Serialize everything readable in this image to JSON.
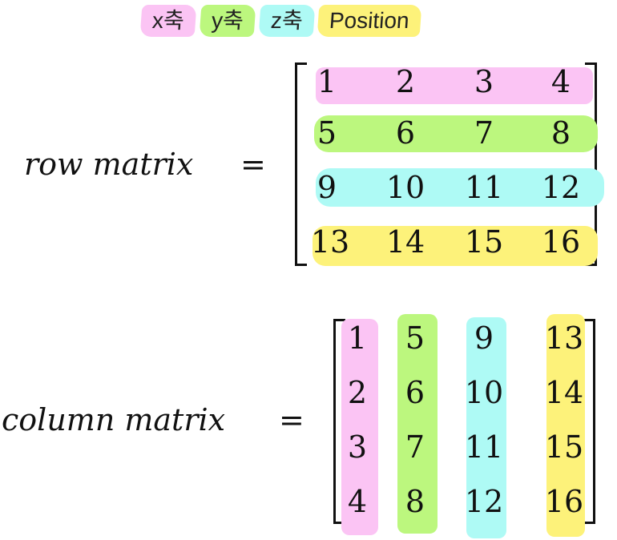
{
  "legend": [
    {
      "label": "x축",
      "color": "#fbc4f4"
    },
    {
      "label": "y축",
      "color": "#bcf77e"
    },
    {
      "label": "z축",
      "color": "#aefaf5"
    },
    {
      "label": "Position",
      "color": "#fdf27a"
    }
  ],
  "row_matrix": {
    "label": "row matrix",
    "equals": "=",
    "rows": [
      [
        "1",
        "2",
        "3",
        "4"
      ],
      [
        "5",
        "6",
        "7",
        "8"
      ],
      [
        "9",
        "10",
        "11",
        "12"
      ],
      [
        "13",
        "14",
        "15",
        "16"
      ]
    ]
  },
  "column_matrix": {
    "label": "column matrix",
    "equals": "=",
    "rows": [
      [
        "1",
        "5",
        "9",
        "13"
      ],
      [
        "2",
        "6",
        "10",
        "14"
      ],
      [
        "3",
        "7",
        "11",
        "15"
      ],
      [
        "4",
        "8",
        "12",
        "16"
      ]
    ]
  }
}
